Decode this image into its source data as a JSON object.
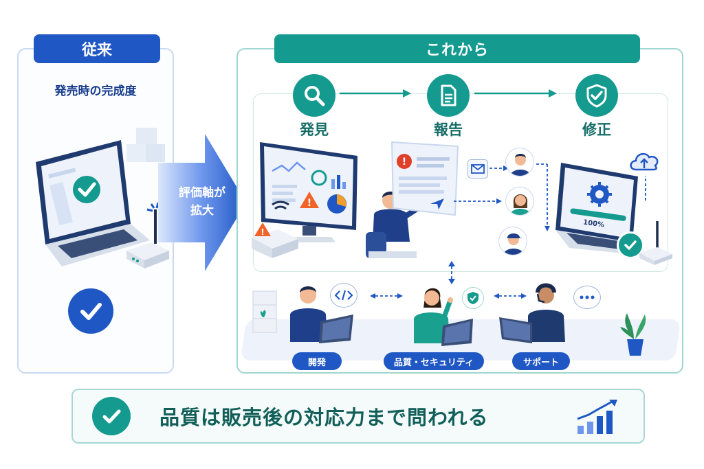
{
  "left": {
    "title": "従来",
    "subtitle": "発売時の完成度"
  },
  "arrow": {
    "line1": "評価軸が",
    "line2": "拡大"
  },
  "right": {
    "title": "これから",
    "steps": [
      {
        "label": "発見",
        "icon": "search-icon"
      },
      {
        "label": "報告",
        "icon": "document-icon"
      },
      {
        "label": "修正",
        "icon": "shield-check-icon"
      }
    ],
    "progress_text": "100%",
    "teams": [
      {
        "label": "開発"
      },
      {
        "label": "品質・セキュリティ"
      },
      {
        "label": "サポート"
      }
    ]
  },
  "banner": {
    "text": "品質は販売後の対応力まで問われる"
  },
  "colors": {
    "blue": "#1f57c4",
    "teal": "#149a8f",
    "warning": "#f0642a"
  }
}
